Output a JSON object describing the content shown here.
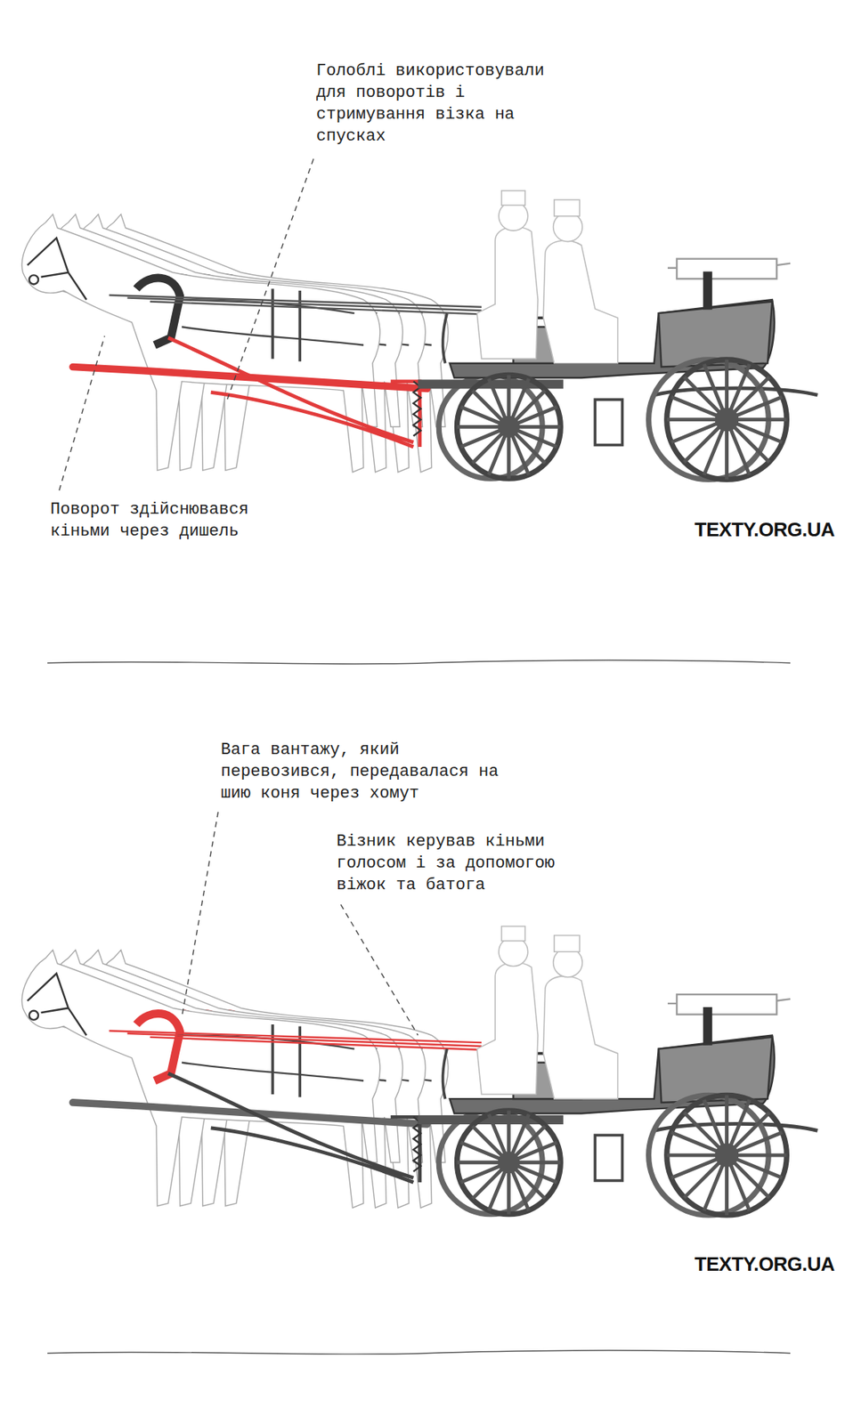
{
  "diagram": {
    "labels": [
      "Голоблі використовували для поворотів і стримування візка на спусках",
      "Поворот здійснювався кіньми через дишель",
      "TEXTY.ORG.UA",
      "Вага вантажу, який перевозився, передавалася на шию коня через хомут",
      "Візник керував кіньми голосом і за допомогою віжок та батога",
      "TEXTY.ORG.UA"
    ]
  }
}
